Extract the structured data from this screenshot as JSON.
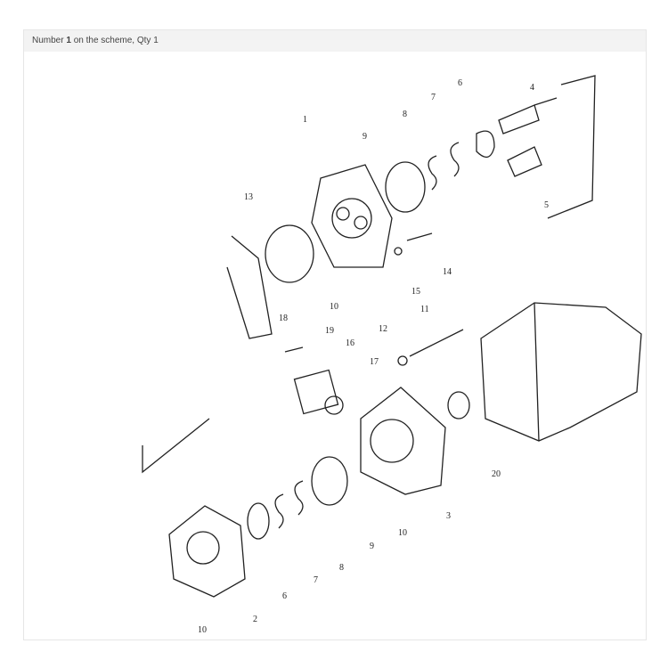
{
  "caption": {
    "prefix": "Number ",
    "number": "1",
    "suffix": " on the scheme, Qty 1"
  },
  "callouts": [
    "4",
    "6",
    "7",
    "8",
    "9",
    "1",
    "5",
    "13",
    "14",
    "15",
    "10",
    "11",
    "12",
    "18",
    "19",
    "16",
    "17",
    "20",
    "3",
    "10",
    "9",
    "8",
    "7",
    "6",
    "2",
    "10"
  ]
}
